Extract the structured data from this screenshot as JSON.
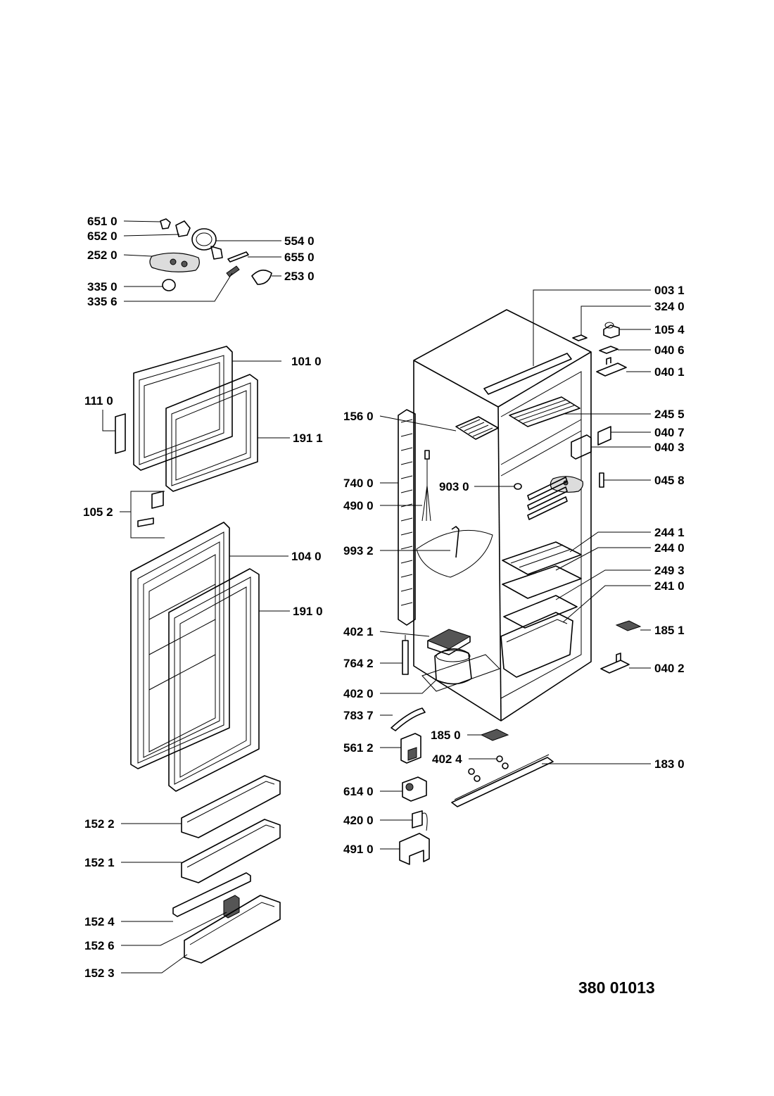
{
  "drawing_number": "380 01013",
  "labels": {
    "p6510": "651 0",
    "p6520": "652 0",
    "p5540": "554 0",
    "p6550": "655 0",
    "p2520": "252 0",
    "p2530": "253 0",
    "p3350": "335 0",
    "p3356": "335 6",
    "p1010": "101 0",
    "p1110": "111 0",
    "p1911": "191 1",
    "p1052": "105 2",
    "p1040": "104 0",
    "p1910": "191 0",
    "p1522": "152 2",
    "p1521": "152 1",
    "p1524": "152 4",
    "p1526": "152 6",
    "p1523": "152 3",
    "p0031": "003 1",
    "p3240": "324 0",
    "p1054": "105 4",
    "p0406": "040 6",
    "p0401": "040 1",
    "p2455": "245 5",
    "p0407": "040 7",
    "p0403": "040 3",
    "p1560": "156 0",
    "p7400": "740 0",
    "p4900": "490 0",
    "p9030": "903 0",
    "p0458": "045 8",
    "p9932": "993 2",
    "p2441": "244 1",
    "p2440": "244 0",
    "p2493": "249 3",
    "p2410": "241 0",
    "p4021": "402 1",
    "p1851": "185 1",
    "p7642": "764 2",
    "p0402": "040 2",
    "p4020": "402 0",
    "p7837": "783 7",
    "p1850": "185 0",
    "p5612": "561 2",
    "p4024": "402 4",
    "p1830": "183 0",
    "p6140": "614 0",
    "p4200": "420 0",
    "p4910": "491 0"
  }
}
